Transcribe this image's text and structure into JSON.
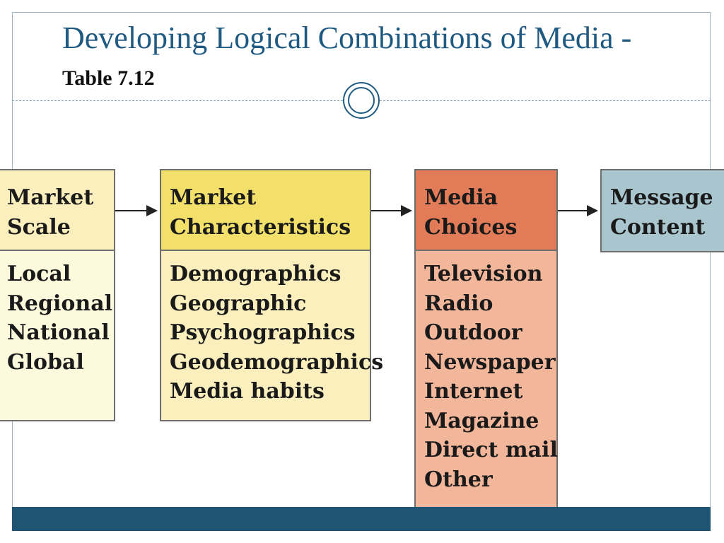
{
  "slide": {
    "title_main": "Developing Logical Combinations of Media - ",
    "title_sub": "Table 7.12"
  },
  "diagram": {
    "columns": [
      {
        "heading": [
          "Market",
          "Scale"
        ],
        "items": [
          "Local",
          "Regional",
          "National",
          "Global"
        ]
      },
      {
        "heading": [
          "Market",
          "Characteristics"
        ],
        "items": [
          "Demographics",
          "Geographic",
          "Psychographics",
          "Geodemographics",
          "Media habits"
        ]
      },
      {
        "heading": [
          "Media",
          "Choices"
        ],
        "items": [
          "Television",
          "Radio",
          "Outdoor",
          "Newspaper",
          "Internet",
          "Magazine",
          "Direct mail",
          "Other"
        ]
      },
      {
        "heading": [
          "Message",
          "Content"
        ],
        "items": []
      }
    ]
  },
  "colors": {
    "title": "#1f5a82",
    "footer_bar": "#1f5574",
    "col1_head": "#fbf0bd",
    "col2_head": "#f2e06a",
    "col3_head": "#e27b57",
    "col4_head": "#a9c6cf"
  },
  "icons": {
    "title_divider": "double-circle-icon"
  }
}
